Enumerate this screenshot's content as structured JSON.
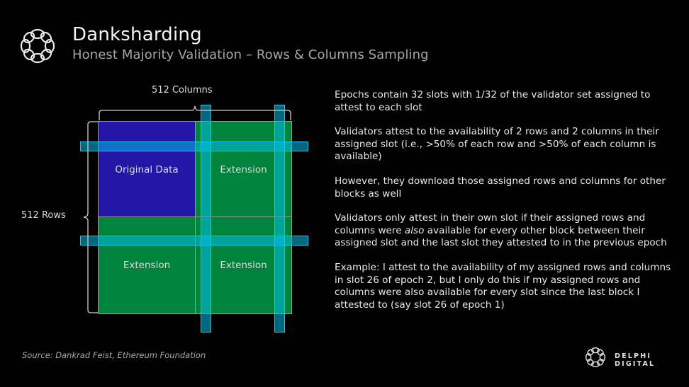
{
  "header": {
    "logo_icon": "delphi-knot-icon",
    "title": "Danksharding",
    "subtitle": "Honest Majority Validation – Rows & Columns Sampling"
  },
  "diagram": {
    "columns_label": "512 Columns",
    "rows_label": "512 Rows",
    "cells": [
      {
        "label": "Original Data",
        "color": "#2316a6"
      },
      {
        "label": "Extension",
        "color": "#00843d"
      },
      {
        "label": "Extension",
        "color": "#00843d"
      },
      {
        "label": "Extension",
        "color": "#00843d"
      }
    ],
    "sampled_rows": 2,
    "sampled_columns": 2,
    "sample_highlight_color": "#19c8f0"
  },
  "bullets": [
    {
      "text": "Epochs contain 32 slots with 1/32 of the validator set assigned to attest to each slot"
    },
    {
      "text": "Validators attest to the availability of 2 rows and 2 columns in their assigned slot (i.e., >50% of each row and >50% of each column is available)"
    },
    {
      "text": "However, they download those assigned rows and columns for other blocks as well"
    },
    {
      "pre": "Validators only attest in their own slot if their assigned rows and columns were ",
      "em": "also",
      "post": " available for every other block between their assigned slot and the last slot they attested to in the previous epoch"
    },
    {
      "text": "Example: I attest to the availability of my assigned rows and columns in slot 26 of epoch 2, but I only do this if my assigned rows and columns were also available for every slot since the last block I attested to (say slot 26 of epoch 1)"
    }
  ],
  "footer": {
    "source": "Source: Dankrad Feist, Ethereum Foundation",
    "brand_icon": "delphi-knot-icon",
    "brand_name": "DELPHI DIGITAL"
  }
}
